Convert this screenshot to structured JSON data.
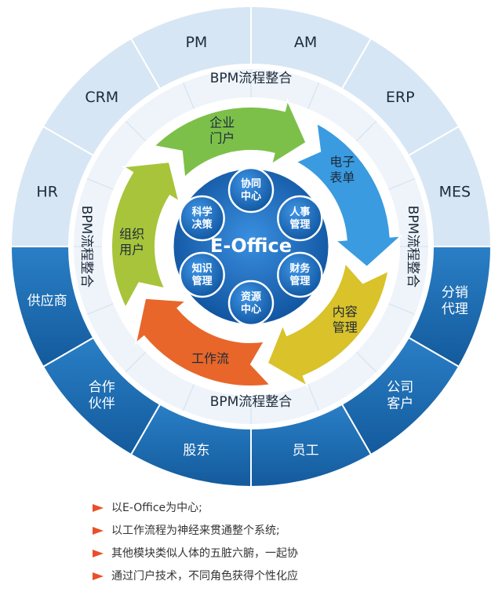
{
  "outer_ring": {
    "top_segments": [
      "PM",
      "AM",
      "ERP",
      "MES",
      "HR",
      "CRM"
    ],
    "bottom_segments": [
      "分销\n代理",
      "公司\n客户",
      "员工",
      "股东",
      "合作\n伙伴",
      "供应商"
    ]
  },
  "middle_ring": {
    "label_top": "BPM流程整合",
    "label_bottom": "BPM流程整合",
    "label_left": "BPM流程整合",
    "label_right": "BPM流程整合"
  },
  "arrows": [
    {
      "label": "企业\n门户",
      "color": "#7cc04a"
    },
    {
      "label": "电子\n表单",
      "color": "#3a9be0"
    },
    {
      "label": "内容\n管理",
      "color": "#d9c22a"
    },
    {
      "label": "工作流",
      "color": "#e8662a"
    },
    {
      "label": "组织\n用户",
      "color": "#a8c43a"
    }
  ],
  "center": {
    "title": "E-Office",
    "modules": [
      "协同\n中心",
      "人事\n管理",
      "财务\n管理",
      "资源\n中心",
      "知识\n管理",
      "科学\n决策"
    ]
  },
  "bullets": [
    "以E-Office为中心;",
    "以工作流程为神经来贯通整个系统;",
    "其他模块类似人体的五脏六腑，一起协",
    "通过门户技术，不同角色获得个性化应"
  ],
  "colors": {
    "outer_top": "#d6e6f4",
    "outer_bottom": "#1a6db4",
    "middle_ring": "#eef4fa",
    "center_blue": "#1864b4",
    "bullet_arrow": "#e8502a"
  }
}
